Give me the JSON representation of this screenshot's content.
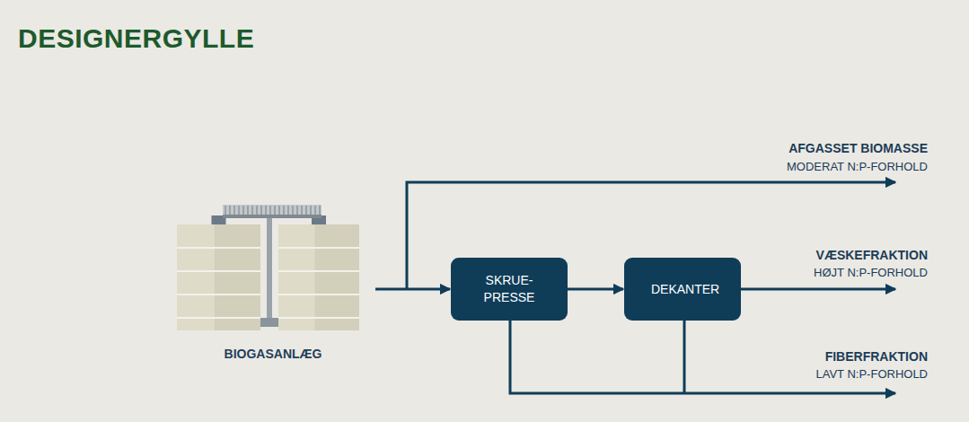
{
  "diagram": {
    "title": "DESIGNERGYLLE",
    "nodes": [
      {
        "text": [
          "BIOGASANLÆG"
        ]
      },
      {
        "text": [
          "SKRUE- PRESSE"
        ]
      },
      {
        "text": [
          "DEKANTER"
        ]
      }
    ],
    "edges": [
      {
        "from": 0,
        "to": 1,
        "arrow": "to"
      },
      {
        "from": 1,
        "to": 2,
        "arrow": "to"
      }
    ],
    "labels": [
      "AFGASSET BIOMASSE",
      "MODERAT N:P-FORHOLD",
      "VÆSKEFRAKTION",
      "HØJT N:P-FORHOLD",
      "FIBERFRAKTION",
      "LAVT N:P-FORHOLD"
    ]
  }
}
